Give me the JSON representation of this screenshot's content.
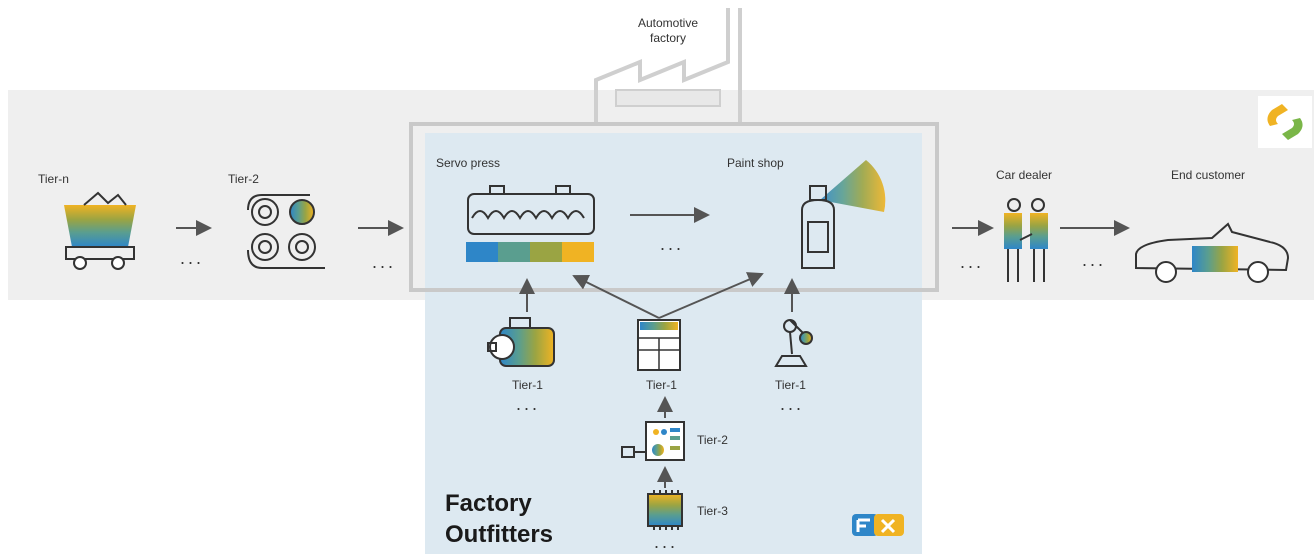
{
  "labels": {
    "factory": "Automotive\nfactory",
    "tier_n": "Tier-n",
    "tier_2_top": "Tier-2",
    "servo_press": "Servo press",
    "paint_shop": "Paint shop",
    "car_dealer": "Car dealer",
    "end_customer": "End customer",
    "tier1_motor": "Tier-1",
    "tier1_plc": "Tier-1",
    "tier1_robot": "Tier-1",
    "tier2_board": "Tier-2",
    "tier3_chip": "Tier-3",
    "outfitters_line1": "Factory",
    "outfitters_line2": "Outfitters"
  },
  "ellipsis": "...",
  "colors": {
    "blue": "#2e86c8",
    "teal": "#5a9e8f",
    "olive": "#9aa443",
    "yellow": "#f0b323",
    "arrow": "#555555",
    "outline": "#333333"
  },
  "icons": [
    "mine-cart-icon",
    "conveyor-rollers-icon",
    "press-machine-icon",
    "spray-can-icon",
    "handshake-people-icon",
    "convertible-car-icon",
    "electric-motor-icon",
    "plc-controller-icon",
    "robot-arm-icon",
    "circuit-board-icon",
    "microchip-icon",
    "factory-building-icon",
    "logo-icon"
  ]
}
